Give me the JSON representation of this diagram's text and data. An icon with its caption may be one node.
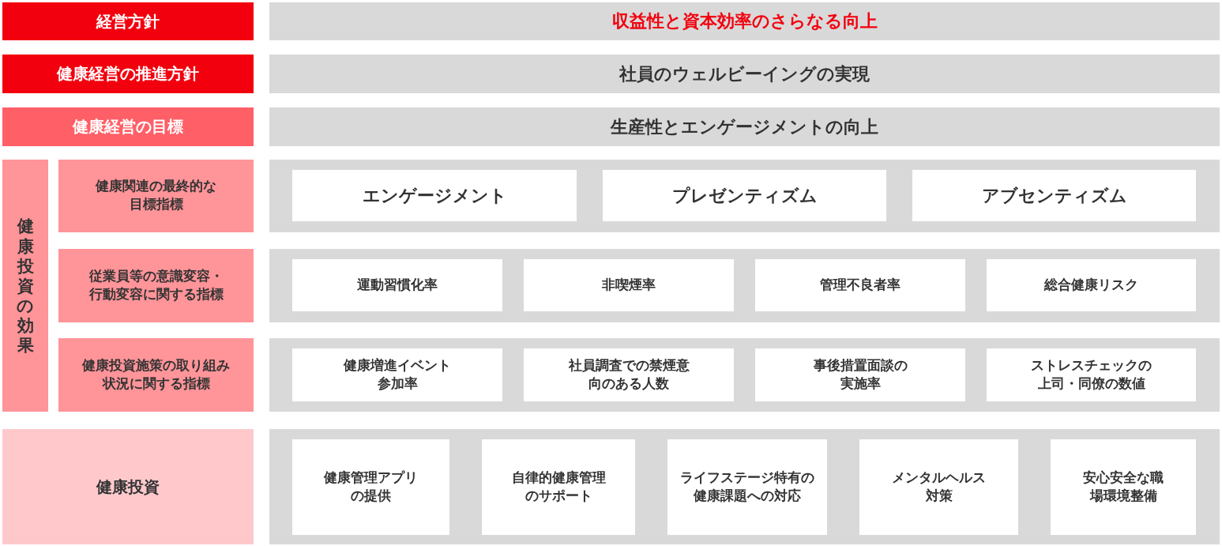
{
  "diagram": {
    "nodes": [
      {
        "text": [
          "経営方針"
        ]
      },
      {
        "text": [
          "収益性と資本効率のさらなる向上"
        ]
      },
      {
        "text": [
          "健康経営の推進方針"
        ]
      },
      {
        "text": [
          "社員のウェルビーイングの実現"
        ]
      },
      {
        "text": [
          "健康経営の目標"
        ]
      },
      {
        "text": [
          "生産性とエンゲージメントの向上"
        ]
      },
      {
        "text": [
          "健康投資の効果"
        ]
      },
      {
        "text": [
          "健康関連の最終的な目標指標"
        ]
      },
      {
        "text": [],
        "shape": "box"
      },
      {
        "text": [
          "エンゲージメント"
        ],
        "in": 8
      },
      {
        "text": [
          "プレゼンティズム"
        ],
        "in": 8
      },
      {
        "text": [
          "アブセンティズム"
        ],
        "in": 8
      },
      {
        "text": [
          "従業員等の意識変容・行動変容に関する指標"
        ]
      },
      {
        "text": [],
        "shape": "box"
      },
      {
        "text": [
          "運動習慣化率"
        ],
        "in": 13
      },
      {
        "text": [
          "非喫煙率"
        ],
        "in": 13
      },
      {
        "text": [
          "管理不良者率"
        ],
        "in": 13
      },
      {
        "text": [
          "総合健康リスク"
        ],
        "in": 13
      },
      {
        "text": [
          "健康投資施策の取り組み状況に関する指標"
        ]
      },
      {
        "text": [],
        "shape": "box"
      },
      {
        "text": [
          "健康増進イベント参加率"
        ],
        "in": 19
      },
      {
        "text": [
          "社員調査での禁煙意向のある人数"
        ],
        "in": 19
      },
      {
        "text": [
          "事後措置面談の実施率"
        ],
        "in": 19
      },
      {
        "text": [
          "ストレスチェックの上司・同僚の数値"
        ],
        "in": 19
      },
      {
        "text": [
          "健康投資"
        ]
      },
      {
        "text": [],
        "shape": "box"
      },
      {
        "text": [
          "健康管理アプリの提供"
        ],
        "in": 25
      },
      {
        "text": [
          "自律的健康管理のサポート"
        ],
        "in": 25
      },
      {
        "text": [
          "ライフステージ特有の健康課題への対応"
        ],
        "in": 25
      },
      {
        "text": [
          "メンタルヘルス対策"
        ],
        "in": 25
      },
      {
        "text": [
          "安心安全な職場環境整備"
        ],
        "in": 25
      }
    ]
  }
}
